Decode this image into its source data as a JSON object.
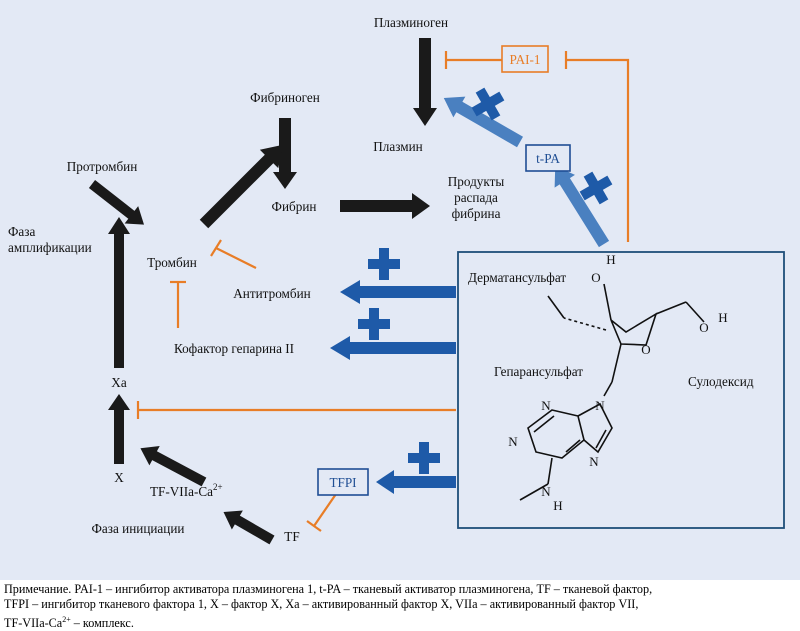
{
  "nodes": {
    "plasminogen": "Плазминоген",
    "plasmin": "Плазмин",
    "fibrinogen": "Фибриноген",
    "fibrin": "Фибрин",
    "fdp": [
      "Продукты",
      "распада",
      "фибрина"
    ],
    "prothrombin": "Протромбин",
    "amplification": [
      "Фаза",
      "амплификации"
    ],
    "thrombin": "Тромбин",
    "antithrombin": "Антитромбин",
    "heparin_cofactor": "Кофактор гепарина II",
    "xa": "Xa",
    "x": "X",
    "tf_complex": "TF-VIIa-Ca",
    "tf_complex_sup": "2+",
    "initiation": "Фаза инициации",
    "tf": "TF",
    "pai1": "PAI-1",
    "tpa": "t-PA",
    "tfpi": "TFPI"
  },
  "molecule": {
    "dermatan": "Дерматансульфат",
    "heparan": "Гепарансульфат",
    "sulodexide": "Сулодексид",
    "atoms": {
      "o": "O",
      "h": "H",
      "n": "N"
    }
  },
  "colors": {
    "background": "#e3e9f5",
    "black_arrow": "#1a1a1a",
    "orange_inhibit": "#e87d27",
    "blue_arrow": "#1e5aa8",
    "light_blue_arrow": "#4a80c0",
    "box_border": "#1f4e79"
  },
  "note": {
    "line1": "Примечание. PAI-1 – ингибитор активатора плазминогена 1, t-PA – тканевый активатор плазминогена, TF – тканевой фактор,",
    "line2": "TFPI – ингибитор тканевого фактора 1, X – фактор X, Xa – активированный фактор X, VIIa – активированный фактор VII,",
    "line3_a": "TF-VIIa-Ca",
    "line3_sup": "2+",
    "line3_b": " – комплекс."
  }
}
